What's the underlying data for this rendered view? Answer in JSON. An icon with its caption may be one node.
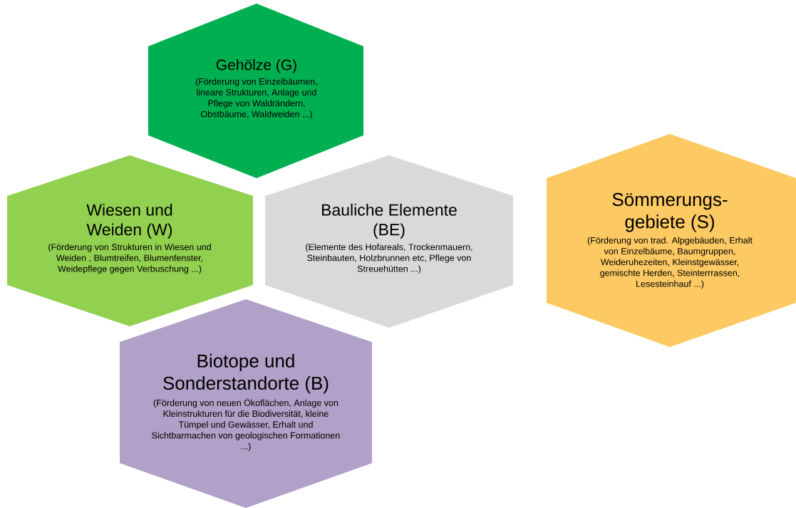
{
  "diagram": {
    "nodes": [
      {
        "text": [
          "Gehölze (G)",
          "(Förderung von Einzelbäumen, lineare Strukturen, Anlage und Pflege von Waldrändern, Obstbäume, Waldweiden ...)"
        ]
      },
      {
        "text": [
          "Wiesen und Weiden (W)",
          "(Förderung von Strukturen in Wiesen und Weiden , Blumtreifen, Blumenfenster, Weidepflege gegen Verbuschung ...)"
        ]
      },
      {
        "text": [
          "Bauliche Elemente (BE)",
          "(Elemente des Hofareals, Trockenmauern, Steinbauten, Holzbrunnen etc, Pflege von Streuehütten ...)"
        ]
      },
      {
        "text": [
          "Sömmerungs-gebiete (S)",
          "(Förderung von trad. Alpgebäuden, Erhalt von Einzelbäume, Baumgruppen, Weideruhezeiten, Kleinstgewässer, gemischte Herden, Steinterrrassen, Lesesteinhauf ...)"
        ]
      },
      {
        "text": [
          "Biotope und Sonderstandorte (B)",
          "(Förderung von neuen Ökoflächen, Anlage von Kleinstrukturen für die Biodiversität, kleine Tümpel und Gewässer, Erhalt und Sichtbarmachen von geologischen Formationen ...)"
        ]
      }
    ],
    "edges": []
  }
}
